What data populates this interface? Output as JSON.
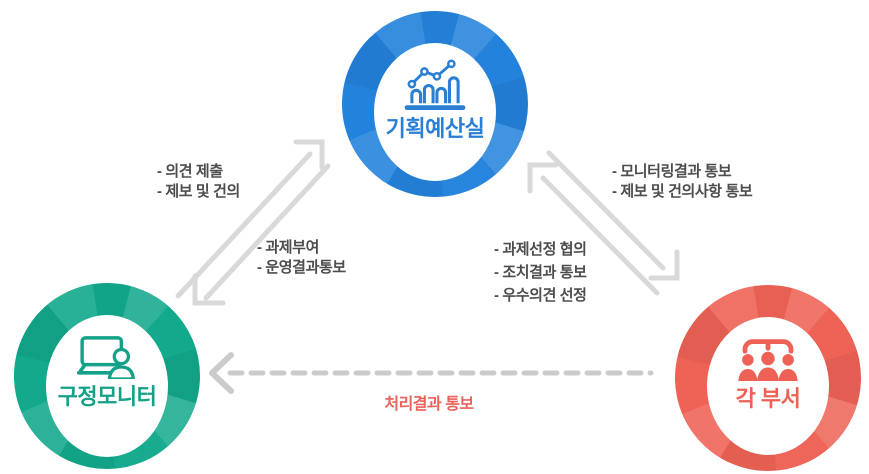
{
  "diagram": {
    "nodes": {
      "plan": {
        "title": "기획예산실",
        "ring_color": "#2383dc",
        "accent_color": "#2a7fd4",
        "icon": "bar-chart-icon"
      },
      "monitor": {
        "title": "구정모니터",
        "ring_color": "#13a98c",
        "accent_color": "#13a288",
        "icon": "monitor-user-icon"
      },
      "dept": {
        "title": "각 부서",
        "ring_color": "#ee6356",
        "accent_color": "#ee6156",
        "icon": "org-people-icon"
      }
    },
    "edges": {
      "monitor_to_plan": {
        "lines": [
          "- 의견 제출",
          "- 제보 및 건의"
        ]
      },
      "plan_to_monitor": {
        "lines": [
          "- 과제부여",
          "- 운영결과통보"
        ]
      },
      "plan_to_dept": {
        "lines": [
          "- 모니터링결과 통보",
          "- 제보 및 건의사항 통보"
        ]
      },
      "dept_to_plan": {
        "lines": [
          "- 과제선정 협의",
          "- 조치결과 통보",
          "- 우수의견 선정"
        ]
      },
      "dept_to_monitor": {
        "label": "처리결과 통보"
      }
    },
    "colors": {
      "arrow": "#d9d9d9",
      "dashed_arrow": "#cbcbcb",
      "label_text": "#4d4d4d",
      "highlight_label": "#e9625b"
    }
  }
}
